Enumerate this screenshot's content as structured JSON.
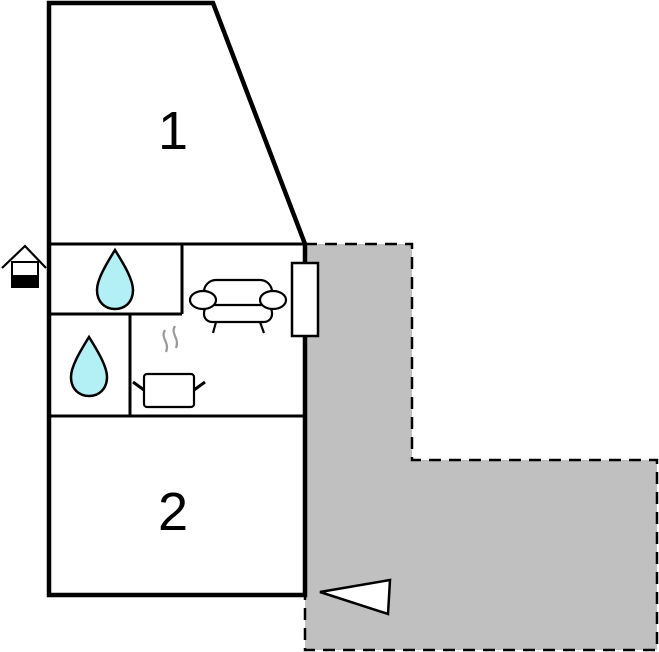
{
  "floorplan": {
    "rooms": [
      {
        "label": "1",
        "type": "bedroom"
      },
      {
        "label": "2",
        "type": "bedroom"
      }
    ],
    "icons": [
      "entrance-icon",
      "water-drop-icon",
      "water-drop-icon",
      "sofa-icon",
      "cooking-pot-icon",
      "window-icon",
      "direction-arrow-icon"
    ],
    "colors": {
      "terrace": "#c0c0c0",
      "water": "#b3f0f5",
      "steam": "#999999"
    }
  }
}
